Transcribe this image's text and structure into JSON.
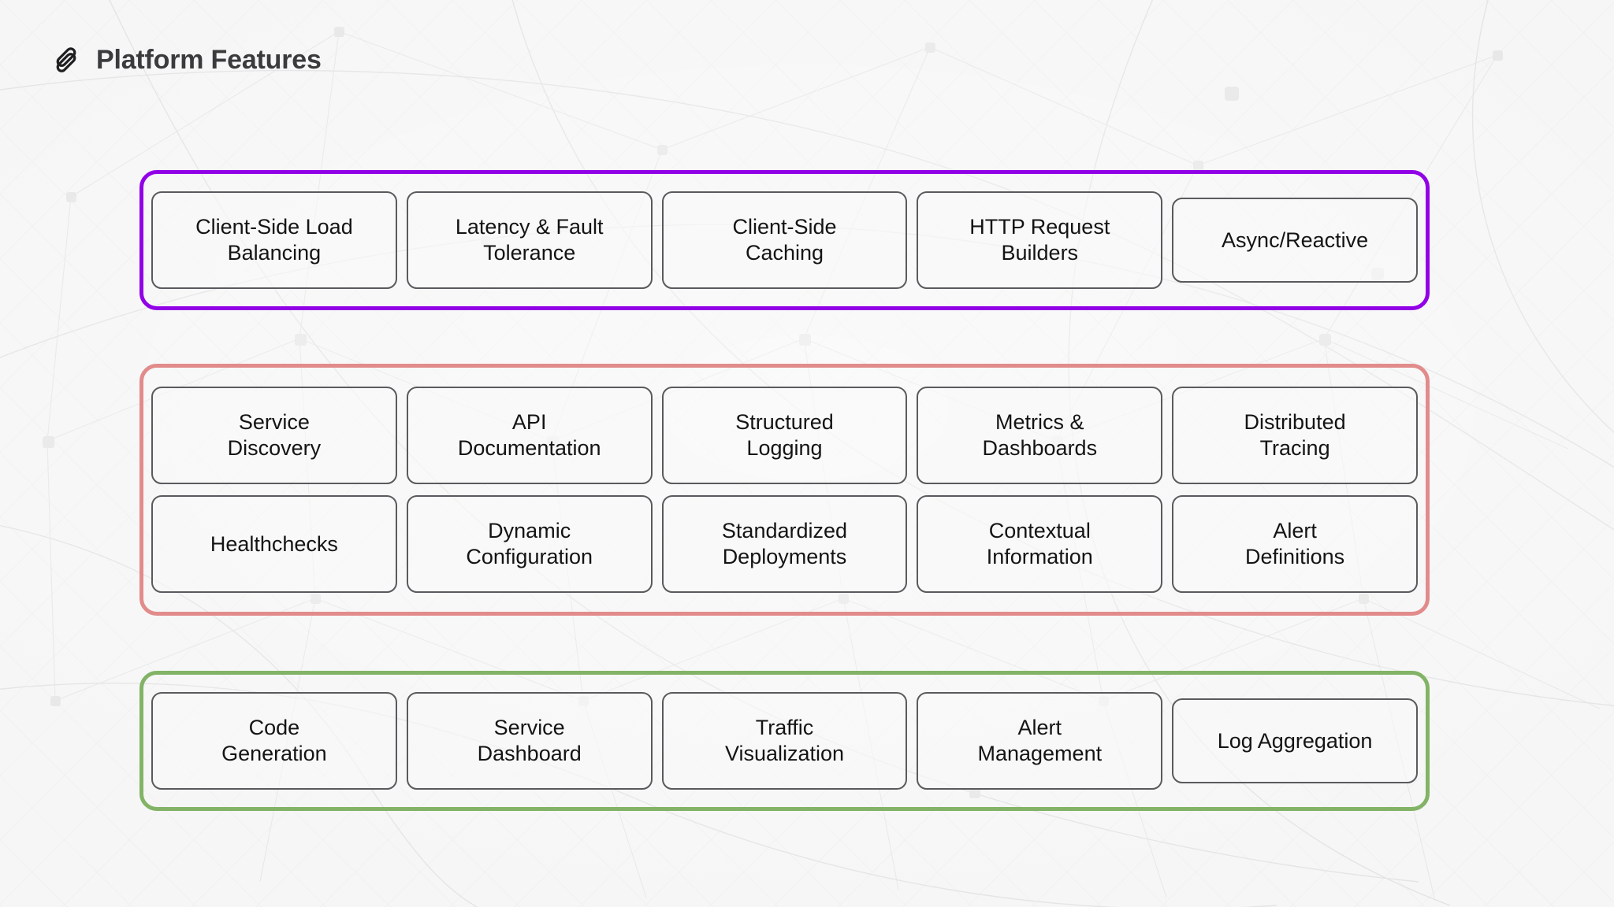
{
  "header": {
    "title": "Platform Features",
    "logo_icon": "squarespace-logo-icon"
  },
  "colors": {
    "background": "#f4f4f4",
    "title_text": "#3b3b3d",
    "card_border": "#5a5a5e",
    "card_text": "#141414",
    "group_purple": "#9100e6",
    "group_red": "#e28b8b",
    "group_green": "#82b366"
  },
  "groups": [
    {
      "id": "core",
      "accent": "#9100e6",
      "rows": [
        [
          {
            "label": "Client-Side Load\nBalancing",
            "short": false
          },
          {
            "label": "Latency & Fault\nTolerance",
            "short": false
          },
          {
            "label": "Client-Side\nCaching",
            "short": false
          },
          {
            "label": "HTTP Request\nBuilders",
            "short": false
          },
          {
            "label": "Async/Reactive",
            "short": true
          }
        ]
      ]
    },
    {
      "id": "ops",
      "accent": "#e28b8b",
      "rows": [
        [
          {
            "label": "Service\nDiscovery",
            "short": false
          },
          {
            "label": "API\nDocumentation",
            "short": false
          },
          {
            "label": "Structured\nLogging",
            "short": false
          },
          {
            "label": "Metrics &\nDashboards",
            "short": false
          },
          {
            "label": "Distributed\nTracing",
            "short": false
          }
        ],
        [
          {
            "label": "Healthchecks",
            "short": false
          },
          {
            "label": "Dynamic\nConfiguration",
            "short": false
          },
          {
            "label": "Standardized\nDeployments",
            "short": false
          },
          {
            "label": "Contextual\nInformation",
            "short": false
          },
          {
            "label": "Alert\nDefinitions",
            "short": false
          }
        ]
      ]
    },
    {
      "id": "tooling",
      "accent": "#82b366",
      "rows": [
        [
          {
            "label": "Code\nGeneration",
            "short": false
          },
          {
            "label": "Service\nDashboard",
            "short": false
          },
          {
            "label": "Traffic\nVisualization",
            "short": false
          },
          {
            "label": "Alert\nManagement",
            "short": false
          },
          {
            "label": "Log Aggregation",
            "short": true
          }
        ]
      ]
    }
  ]
}
